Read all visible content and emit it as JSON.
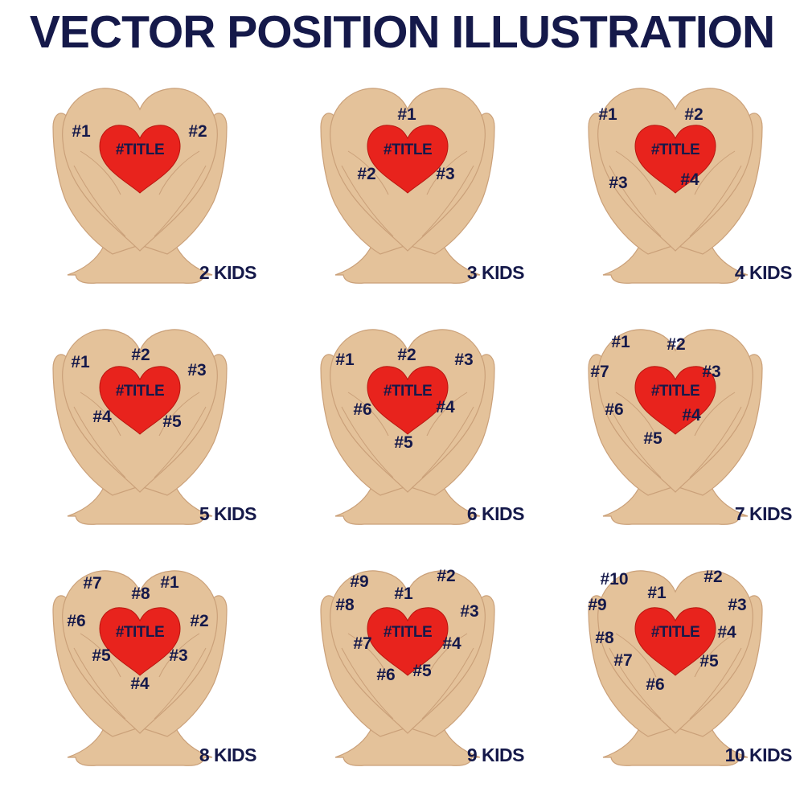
{
  "title": "VECTOR POSITION ILLUSTRATION",
  "colors": {
    "text": "#15194a",
    "wood": "#e4c29a",
    "wood_dark": "#caa079",
    "heart": "#e8231d"
  },
  "heart_label": "#TITLE",
  "illustrations": [
    {
      "label": "2 KIDS",
      "positions": [
        "#1",
        "#2"
      ]
    },
    {
      "label": "3 KIDS",
      "positions": [
        "#1",
        "#2",
        "#3"
      ]
    },
    {
      "label": "4 KIDS",
      "positions": [
        "#1",
        "#2",
        "#3",
        "#4"
      ]
    },
    {
      "label": "5 KIDS",
      "positions": [
        "#1",
        "#2",
        "#3",
        "#4",
        "#5"
      ]
    },
    {
      "label": "6 KIDS",
      "positions": [
        "#1",
        "#2",
        "#3",
        "#4",
        "#5",
        "#6"
      ]
    },
    {
      "label": "7 KIDS",
      "positions": [
        "#1",
        "#2",
        "#3",
        "#4",
        "#5",
        "#6",
        "#7"
      ]
    },
    {
      "label": "8 KIDS",
      "positions": [
        "#1",
        "#2",
        "#3",
        "#4",
        "#5",
        "#6",
        "#7",
        "#8"
      ]
    },
    {
      "label": "9 KIDS",
      "positions": [
        "#1",
        "#2",
        "#3",
        "#4",
        "#5",
        "#6",
        "#7",
        "#8",
        "#9"
      ]
    },
    {
      "label": "10 KIDS",
      "positions": [
        "#1",
        "#2",
        "#3",
        "#4",
        "#5",
        "#6",
        "#7",
        "#8",
        "#9",
        "#10"
      ]
    }
  ]
}
